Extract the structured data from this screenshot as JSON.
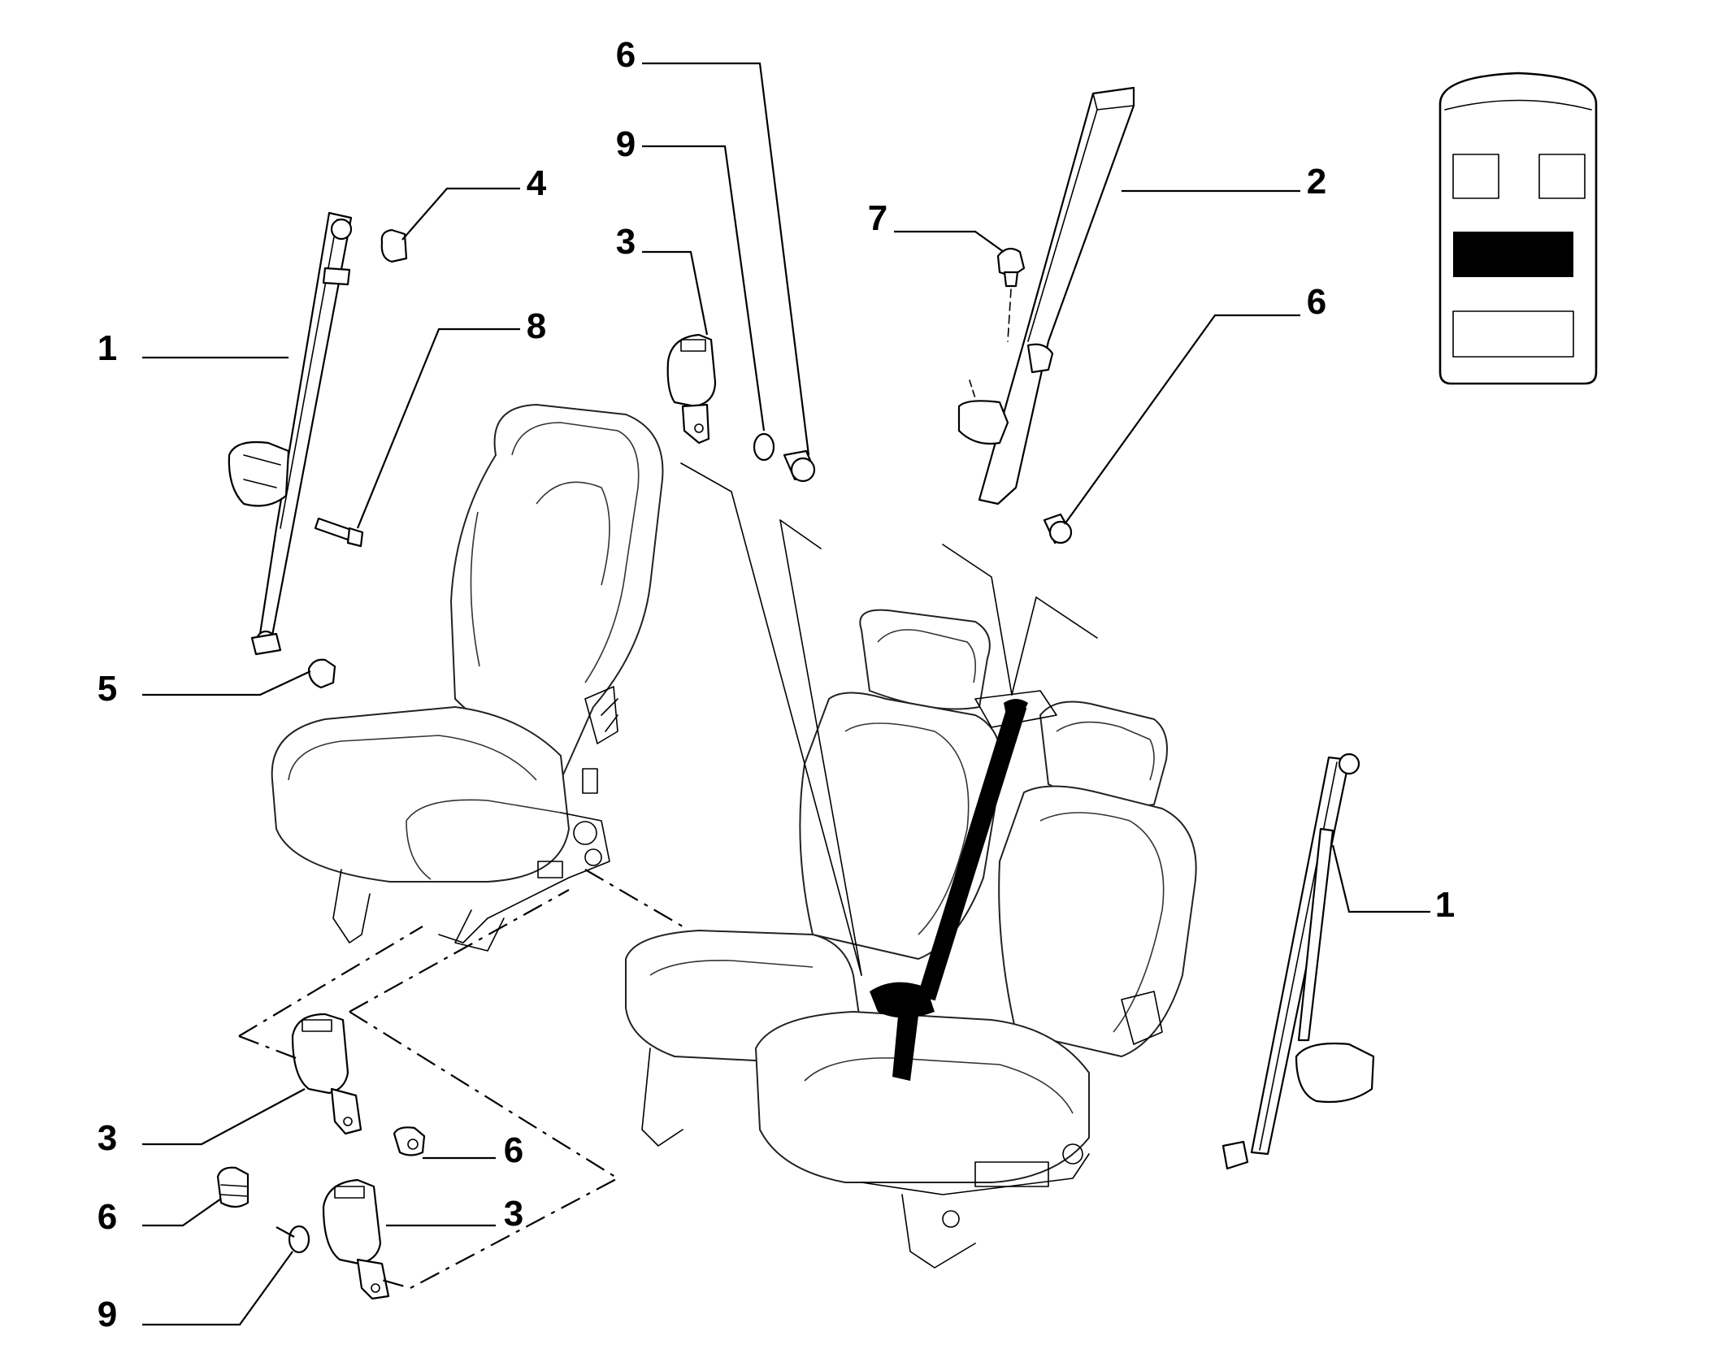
{
  "callouts": [
    {
      "id": "c-6-top",
      "text": "6"
    },
    {
      "id": "c-9-top",
      "text": "9"
    },
    {
      "id": "c-3-top",
      "text": "3"
    },
    {
      "id": "c-4",
      "text": "4"
    },
    {
      "id": "c-1-left",
      "text": "1"
    },
    {
      "id": "c-8",
      "text": "8"
    },
    {
      "id": "c-5",
      "text": "5"
    },
    {
      "id": "c-7",
      "text": "7"
    },
    {
      "id": "c-2",
      "text": "2"
    },
    {
      "id": "c-6-right",
      "text": "6"
    },
    {
      "id": "c-1-right",
      "text": "1"
    },
    {
      "id": "c-3-lower",
      "text": "3"
    },
    {
      "id": "c-6-mid",
      "text": "6"
    },
    {
      "id": "c-6-bottom",
      "text": "6"
    },
    {
      "id": "c-3-bottom",
      "text": "3"
    },
    {
      "id": "c-9-bottom",
      "text": "9"
    }
  ],
  "locator": {
    "highlighted_row": "second-row",
    "highlight_color": "#000000"
  }
}
